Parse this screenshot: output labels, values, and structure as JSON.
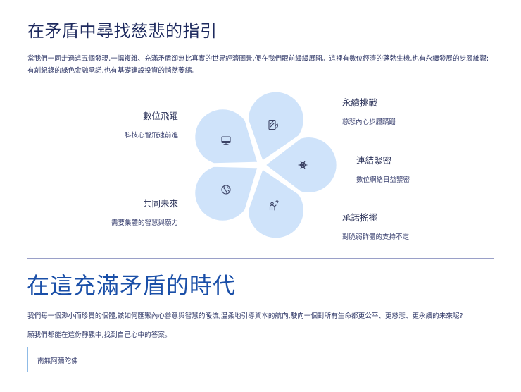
{
  "section1": {
    "title": "在矛盾中尋找慈悲的指引",
    "intro_line1": "當我們一同走過這五個發現,一幅複雜、充滿矛盾卻無比真實的世界經濟圖景,便在我們眼前緩緩展開。這裡有數位經濟的蓬勃生機,也有永續發展的步履維艱;",
    "intro_line2": "有創紀錄的綠色金融承諾,也有基礎建設投資的悄然萎縮。"
  },
  "flower": {
    "petal_color": "#cfe3fa",
    "icon_color": "#3d4466",
    "petals": [
      {
        "id": "digital",
        "icon": "monitor-icon",
        "title": "數位飛躍",
        "subtitle": "科技心智飛速前進"
      },
      {
        "id": "sustain",
        "icon": "tablet-leaf-icon",
        "title": "永續挑戰",
        "subtitle": "慈悲內心步履蹣跚"
      },
      {
        "id": "connect",
        "icon": "network-web-icon",
        "title": "連結緊密",
        "subtitle": "數位網絡日益緊密"
      },
      {
        "id": "commit",
        "icon": "person-question-icon",
        "title": "承諾搖擺",
        "subtitle": "對脆弱群體的支持不定"
      },
      {
        "id": "future",
        "icon": "globe-icon",
        "title": "共同未來",
        "subtitle": "需要集體的智慧與願力"
      }
    ]
  },
  "section2": {
    "title": "在這充滿矛盾的時代",
    "paragraph1": "我們每一個渺小而珍貴的個體,該如何匯聚內心善意與智慧的暖流,溫柔地引導資本的航向,駛向一個對所有生命都更公平、更慈悲、更永續的未來呢?",
    "paragraph2": "願我們都能在這份靜觀中,找到自己心中的答案。",
    "quote": "南無阿彌陀佛"
  },
  "colors": {
    "title": "#1e2a5e",
    "heading2": "#1a4fa8",
    "divider": "#9aa0c8",
    "quote_border": "#8fbbe6"
  }
}
